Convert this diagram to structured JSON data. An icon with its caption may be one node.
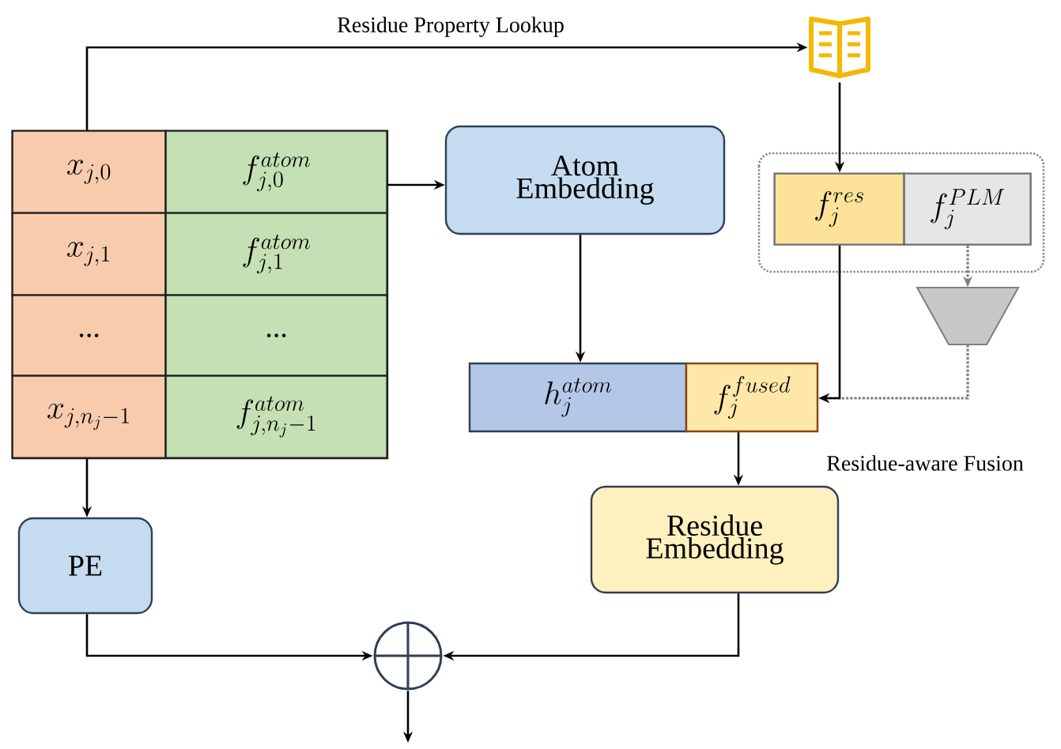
{
  "diagram": {
    "nodes": [
      {
        "text": [],
        "shape": "box"
      },
      {
        "text": [
          "x_{j,0}"
        ],
        "in": 0
      },
      {
        "text": [
          "f_{j,0}^{atom}"
        ],
        "in": 0
      },
      {
        "text": [
          "x_{j,1}"
        ],
        "in": 0
      },
      {
        "text": [
          "f_{j,1}^{atom}"
        ],
        "in": 0
      },
      {
        "text": [
          "..."
        ],
        "in": 0
      },
      {
        "text": [
          "..."
        ],
        "in": 0
      },
      {
        "text": [
          "x_{j,n_j-1}"
        ],
        "in": 0
      },
      {
        "text": [
          "f_{j,n_j-1}^{atom}"
        ],
        "in": 0
      },
      {
        "text": [
          "Atom Embedding"
        ]
      },
      {
        "text": [],
        "shape": "picture"
      },
      {
        "text": [],
        "shape": "box"
      },
      {
        "text": [
          "f_j^{res}"
        ],
        "in": 11
      },
      {
        "text": [
          "f_j^{PLM}"
        ],
        "in": 11
      },
      {
        "text": [],
        "shape": "trapezoid"
      },
      {
        "text": [
          "h_j^{atom}"
        ]
      },
      {
        "text": [
          "f_j^{fused}"
        ]
      },
      {
        "text": [
          "Residue Embedding"
        ]
      },
      {
        "text": [
          "PE"
        ]
      },
      {
        "text": [],
        "shape": "circle"
      }
    ],
    "edges": [
      {
        "from": 0,
        "to": 10,
        "arrow": "to",
        "label": "Residue Property Lookup"
      },
      {
        "from": 0,
        "to": 9,
        "arrow": "to"
      },
      {
        "from": 10,
        "to": 12,
        "arrow": "to"
      },
      {
        "from": 9,
        "to": 15,
        "arrow": "to"
      },
      {
        "from": 12,
        "to": 16,
        "arrow": "to"
      },
      {
        "from": 13,
        "to": 14,
        "arrow": "to",
        "style": "dashed",
        "color": "#808080"
      },
      {
        "from": 14,
        "to": 16,
        "arrow": "to",
        "style": "dashed",
        "color": "#808080"
      },
      {
        "from": 16,
        "to": 17,
        "arrow": "to"
      },
      {
        "from": 0,
        "to": 18,
        "arrow": "to"
      },
      {
        "from": 18,
        "to": 19,
        "arrow": "to"
      },
      {
        "from": 17,
        "to": 19,
        "arrow": "to"
      },
      {
        "from": 19,
        "to": null,
        "arrow": "to"
      }
    ],
    "labels": [
      "Residue-aware Fusion"
    ]
  }
}
